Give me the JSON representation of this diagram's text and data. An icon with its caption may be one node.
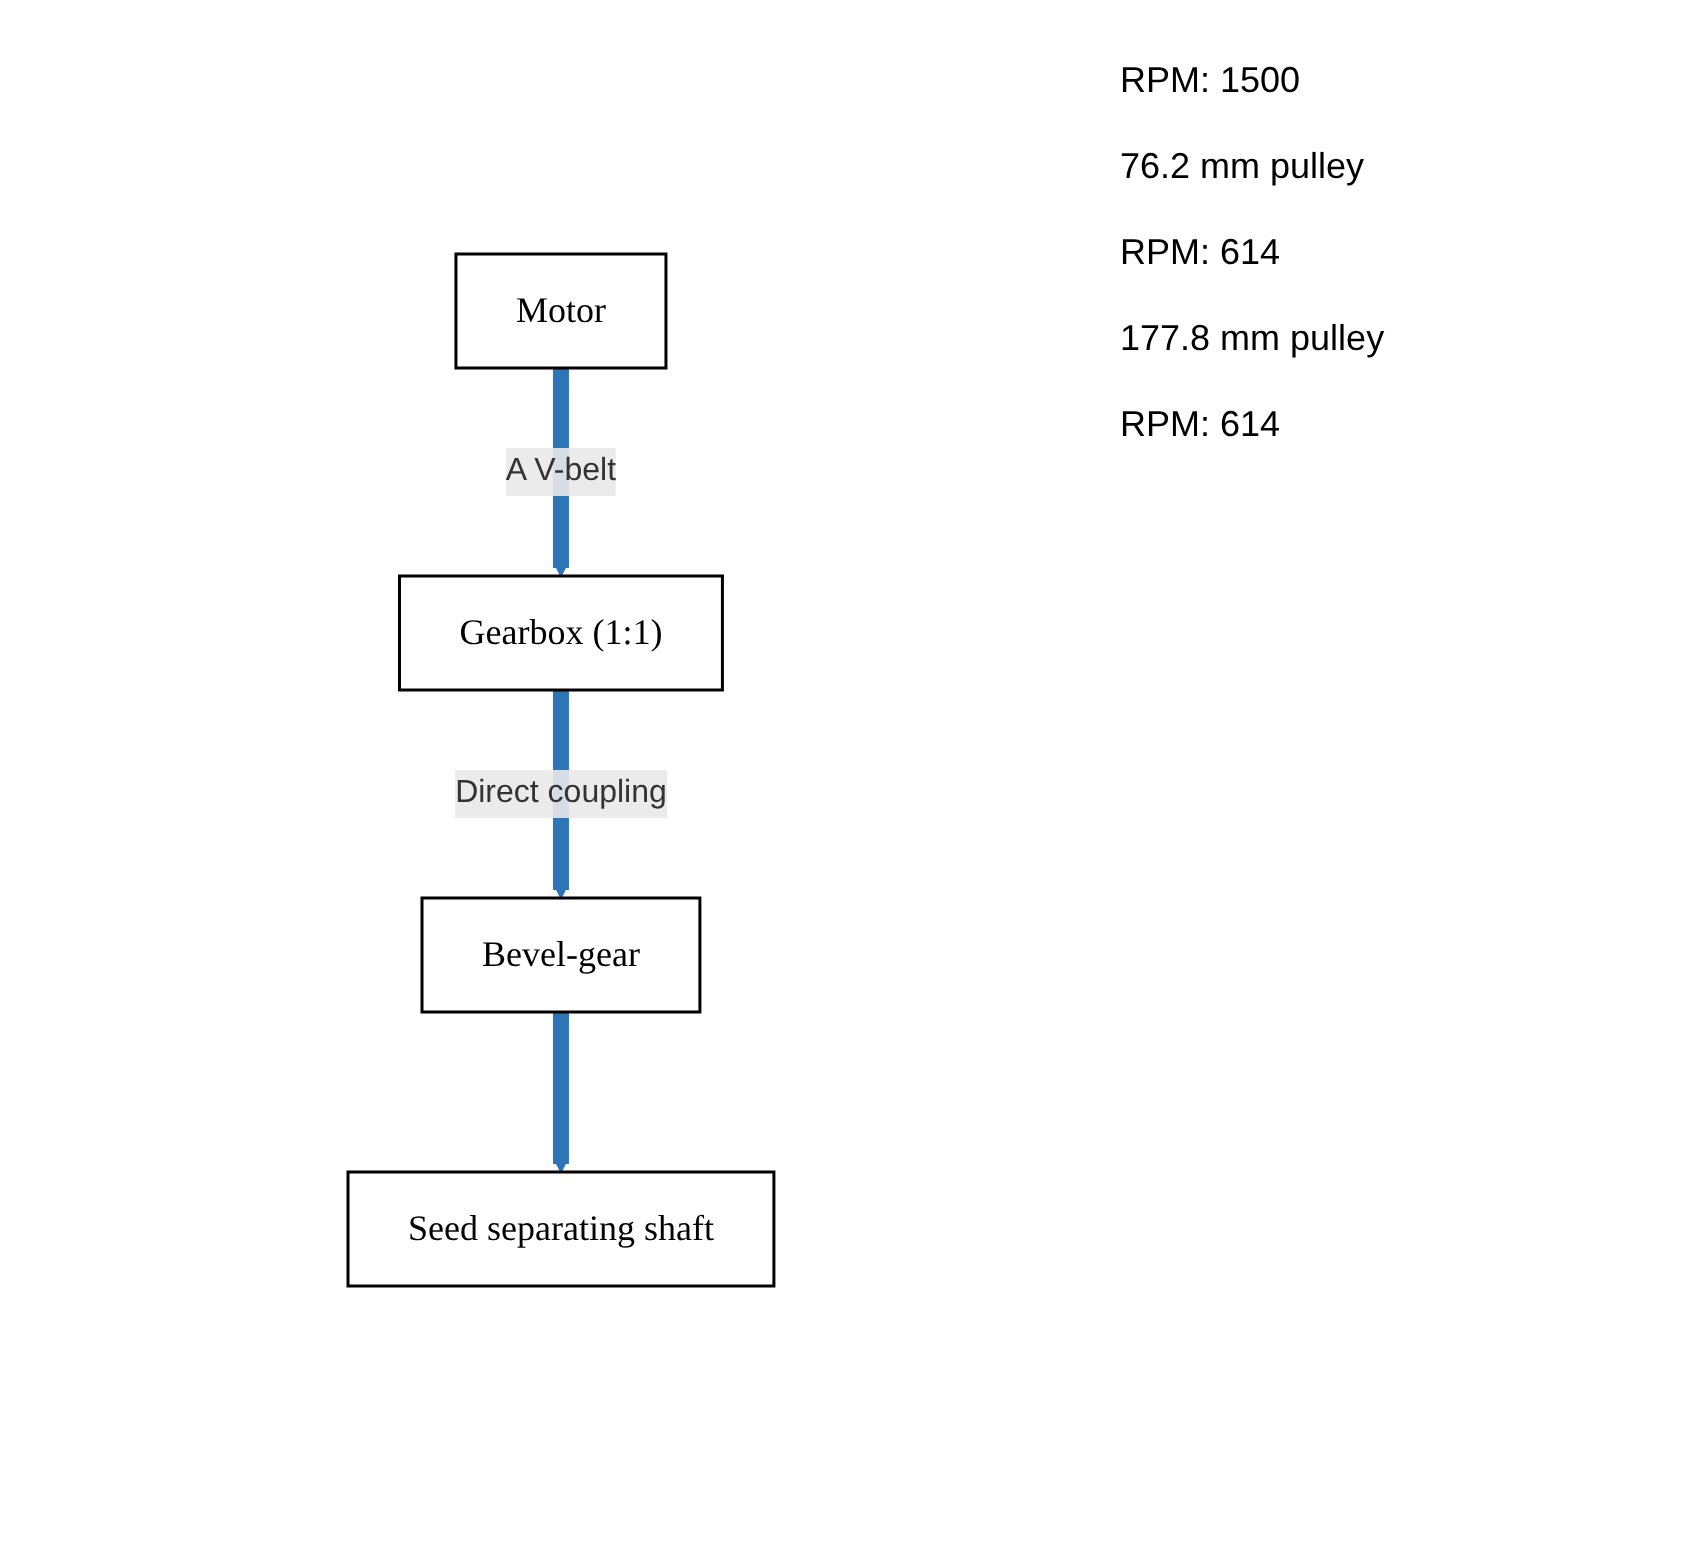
{
  "diagram": {
    "nodes": [
      {
        "text": [
          "Motor"
        ]
      },
      {
        "text": [
          "Gearbox (1:1)"
        ]
      },
      {
        "text": [
          "Bevel-gear"
        ]
      },
      {
        "text": [
          "Seed separating shaft"
        ]
      }
    ],
    "edges": [
      {
        "from": 0,
        "to": 1,
        "arrow": "to",
        "label": "A V-belt"
      },
      {
        "from": 1,
        "to": 2,
        "arrow": "to",
        "label": "Direct coupling"
      },
      {
        "from": 2,
        "to": 3,
        "arrow": "to"
      }
    ],
    "labels": [
      "RPM: 1500",
      "76.2 mm pulley",
      "RPM: 614",
      "177.8 mm pulley",
      "RPM: 614"
    ]
  }
}
